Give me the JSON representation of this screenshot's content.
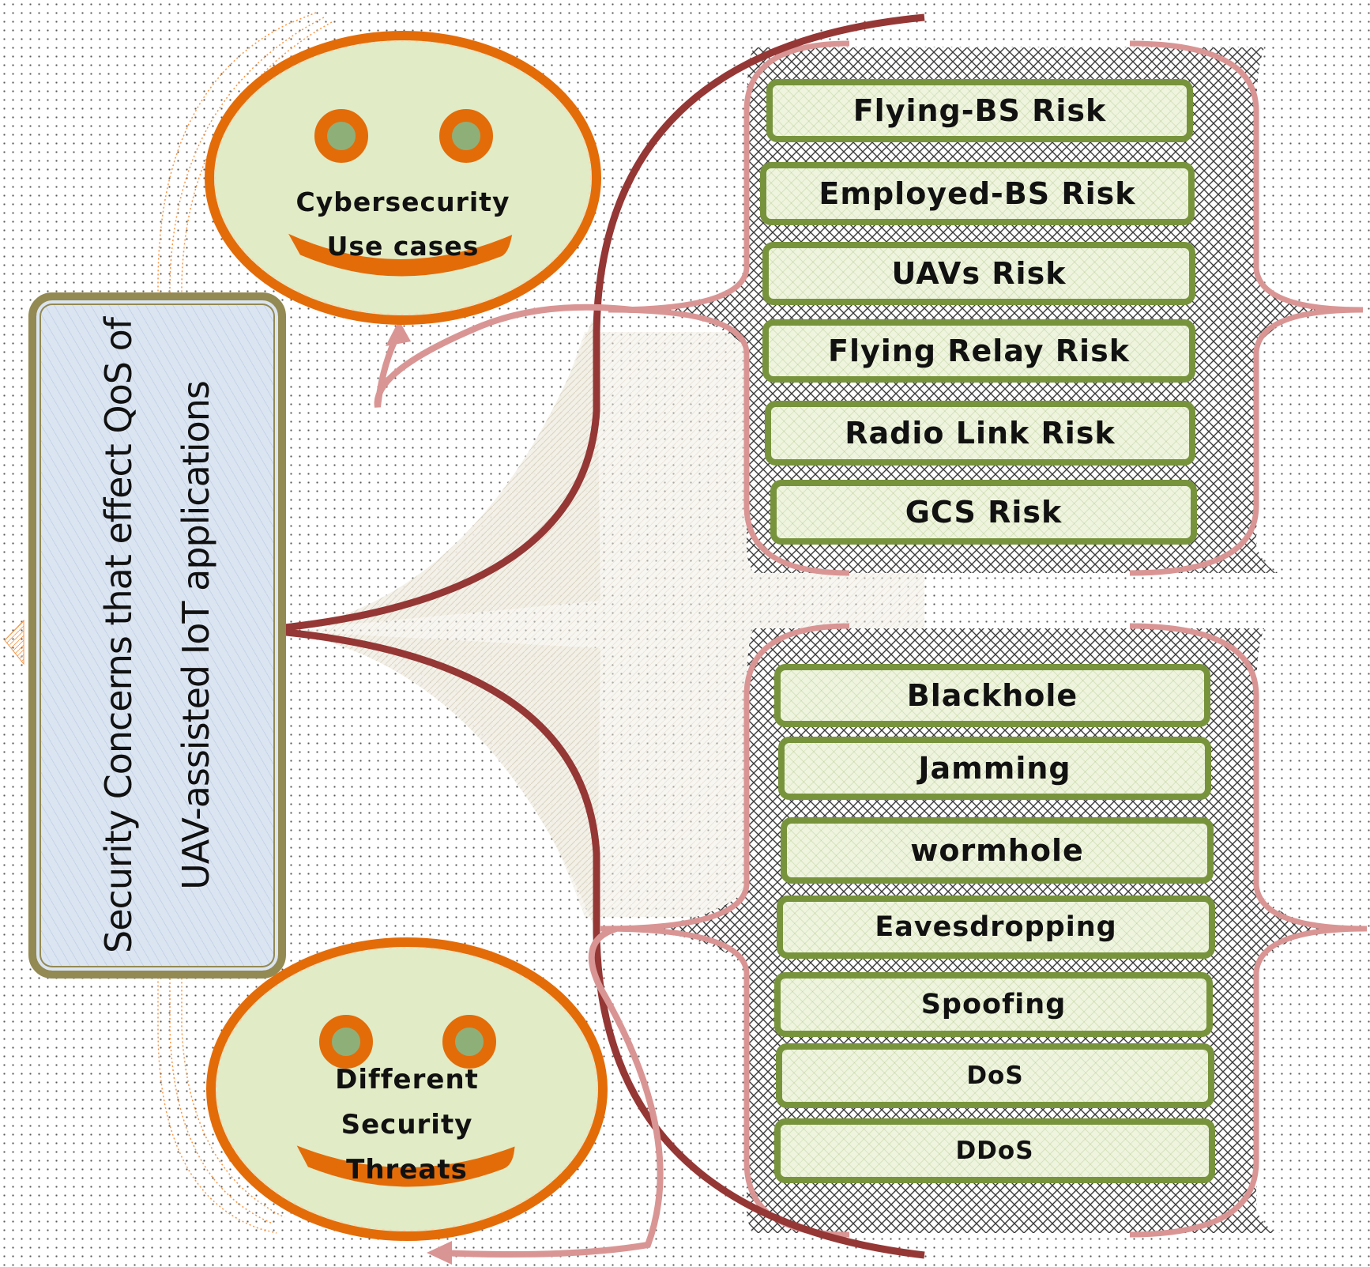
{
  "title": {
    "line1": "Security Concerns that effect QoS of",
    "line2": "UAV-assisted IoT applications"
  },
  "use_cases": {
    "line1": "Cybersecurity",
    "line2": "Use cases",
    "items": [
      "Flying-BS Risk",
      "Employed-BS Risk",
      "UAVs Risk",
      "Flying Relay Risk",
      "Radio Link Risk",
      "GCS Risk"
    ]
  },
  "threats": {
    "line1": "Different",
    "line2": "Security",
    "line3": "Threats",
    "items": [
      "Blackhole",
      "Jamming",
      "wormhole",
      "Eavesdropping",
      "Spoofing",
      "DoS",
      "DDoS"
    ]
  },
  "colors": {
    "item_border": "#77933c",
    "item_fill": "#eef4de",
    "face_ring": "#e36c09",
    "face_fill": "#e1ebc6",
    "connector": "#953735",
    "arrow": "#d99594",
    "title_border": "#938953",
    "title_fill": "#dbe5f1"
  }
}
